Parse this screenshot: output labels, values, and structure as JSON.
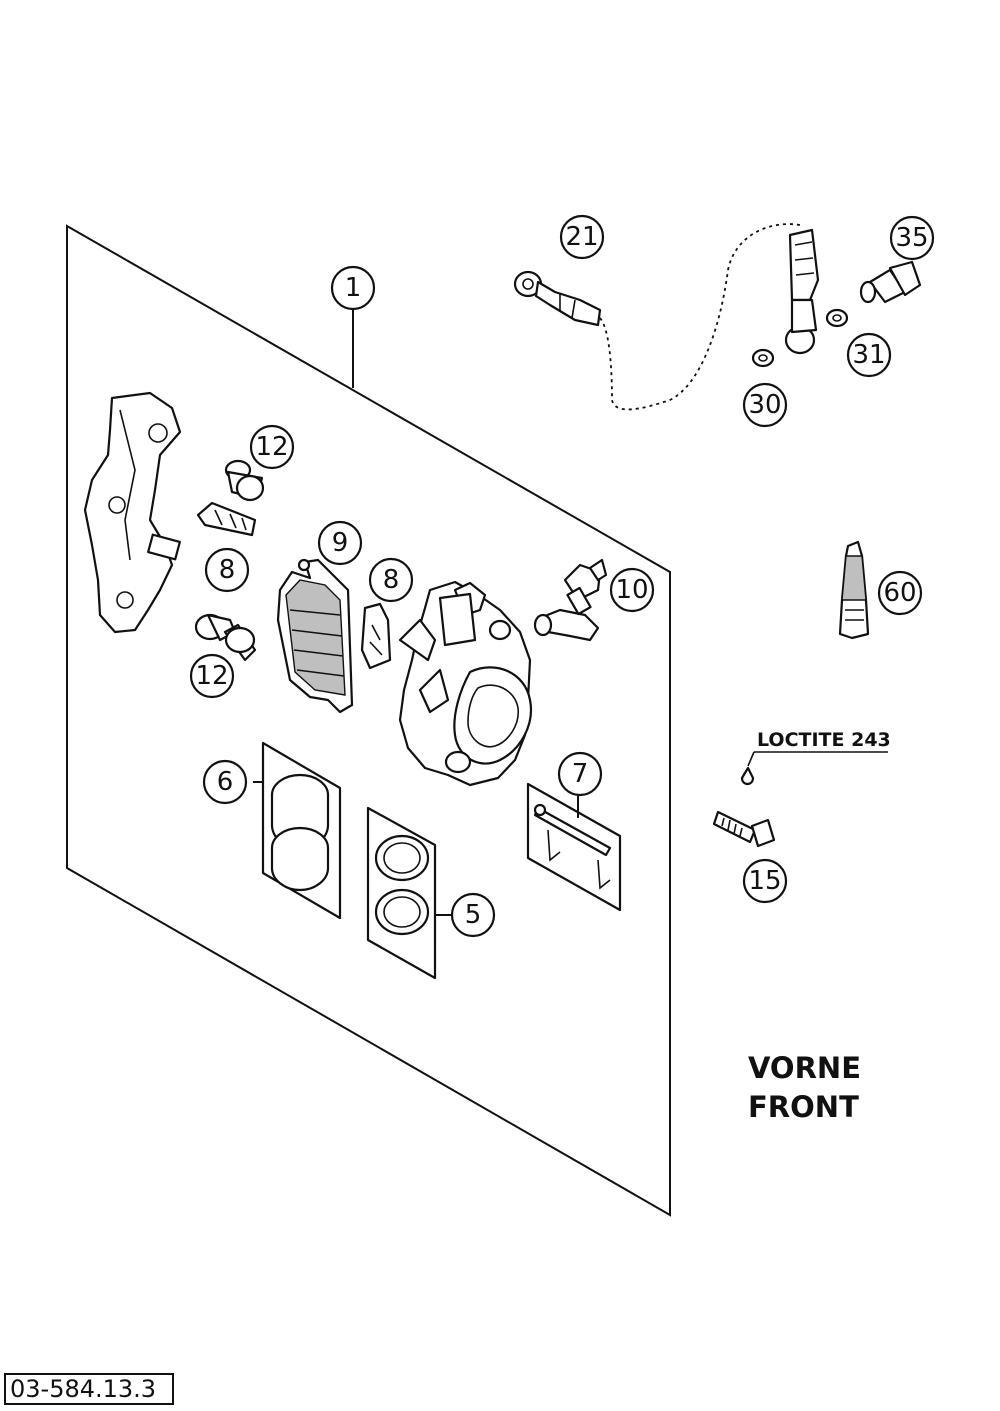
{
  "callouts": [
    {
      "id": "c1",
      "label": "1"
    },
    {
      "id": "c21",
      "label": "21"
    },
    {
      "id": "c35",
      "label": "35"
    },
    {
      "id": "c31",
      "label": "31"
    },
    {
      "id": "c30",
      "label": "30"
    },
    {
      "id": "c12a",
      "label": "12"
    },
    {
      "id": "c8a",
      "label": "8"
    },
    {
      "id": "c9",
      "label": "9"
    },
    {
      "id": "c8b",
      "label": "8"
    },
    {
      "id": "c10",
      "label": "10"
    },
    {
      "id": "c60",
      "label": "60"
    },
    {
      "id": "c12b",
      "label": "12"
    },
    {
      "id": "c6",
      "label": "6"
    },
    {
      "id": "c7",
      "label": "7"
    },
    {
      "id": "c5",
      "label": "5"
    },
    {
      "id": "c15",
      "label": "15"
    }
  ],
  "loctite_label": "LOCTITE 243",
  "direction_label_1": "VORNE",
  "direction_label_2": "FRONT",
  "part_code": "03-584.13.3"
}
